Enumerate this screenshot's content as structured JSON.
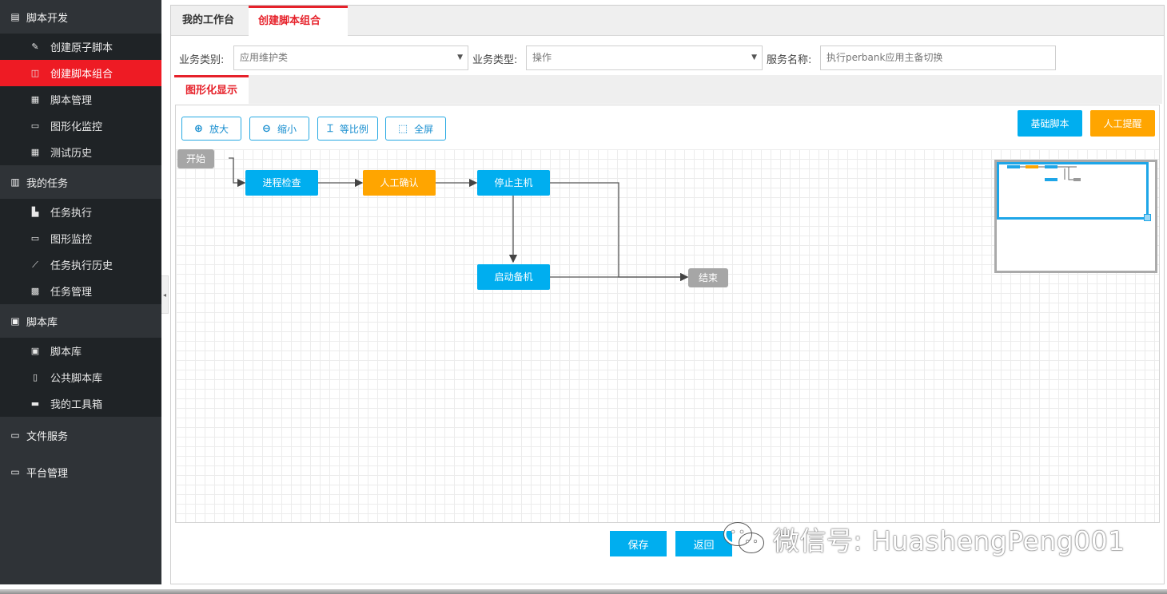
{
  "sidebar": {
    "sections": [
      {
        "label": "脚本开发",
        "icon": "document-icon",
        "items": [
          {
            "label": "创建原子脚本",
            "icon": "pencil-icon"
          },
          {
            "label": "创建脚本组合",
            "icon": "combine-icon",
            "active": true
          },
          {
            "label": "脚本管理",
            "icon": "list-icon"
          },
          {
            "label": "图形化监控",
            "icon": "monitor-icon"
          },
          {
            "label": "测试历史",
            "icon": "history-icon"
          }
        ]
      },
      {
        "label": "我的任务",
        "icon": "task-icon",
        "items": [
          {
            "label": "任务执行",
            "icon": "execute-icon"
          },
          {
            "label": "图形监控",
            "icon": "monitor-icon"
          },
          {
            "label": "任务执行历史",
            "icon": "chart-icon"
          },
          {
            "label": "任务管理",
            "icon": "calendar-icon"
          }
        ]
      },
      {
        "label": "脚本库",
        "icon": "library-icon",
        "items": [
          {
            "label": "脚本库",
            "icon": "library-icon"
          },
          {
            "label": "公共脚本库",
            "icon": "bookmark-icon"
          },
          {
            "label": "我的工具箱",
            "icon": "toolbox-icon"
          }
        ]
      },
      {
        "label": "文件服务",
        "icon": "laptop-icon",
        "items": []
      },
      {
        "label": "平台管理",
        "icon": "desktop-icon",
        "items": []
      }
    ]
  },
  "tabs": {
    "workbench": "我的工作台",
    "create_combo": "创建脚本组合"
  },
  "form": {
    "biz_category_label": "业务类别:",
    "biz_category_value": "应用维护类",
    "biz_type_label": "业务类型:",
    "biz_type_value": "操作",
    "service_name_label": "服务名称:",
    "service_name_value": "执行perbank应用主备切换"
  },
  "subtab": {
    "graphic": "图形化显示"
  },
  "toolbar": {
    "zoom_in": "放大",
    "zoom_out": "缩小",
    "ratio": "等比例",
    "fullscreen": "全屏",
    "basic_script": "基础脚本",
    "manual_reminder": "人工提醒"
  },
  "flow": {
    "start": "开始",
    "process_check": "进程检查",
    "manual_confirm": "人工确认",
    "stop_host": "停止主机",
    "start_backup": "启动备机",
    "end": "结束"
  },
  "actions": {
    "save": "保存",
    "back": "返回"
  },
  "watermark": {
    "text": "微信号: HuashengPeng001"
  },
  "colors": {
    "accent_red": "#e6212a",
    "node_blue": "#00aeef",
    "node_orange": "#ffa500",
    "node_gray": "#a6a6a6"
  }
}
